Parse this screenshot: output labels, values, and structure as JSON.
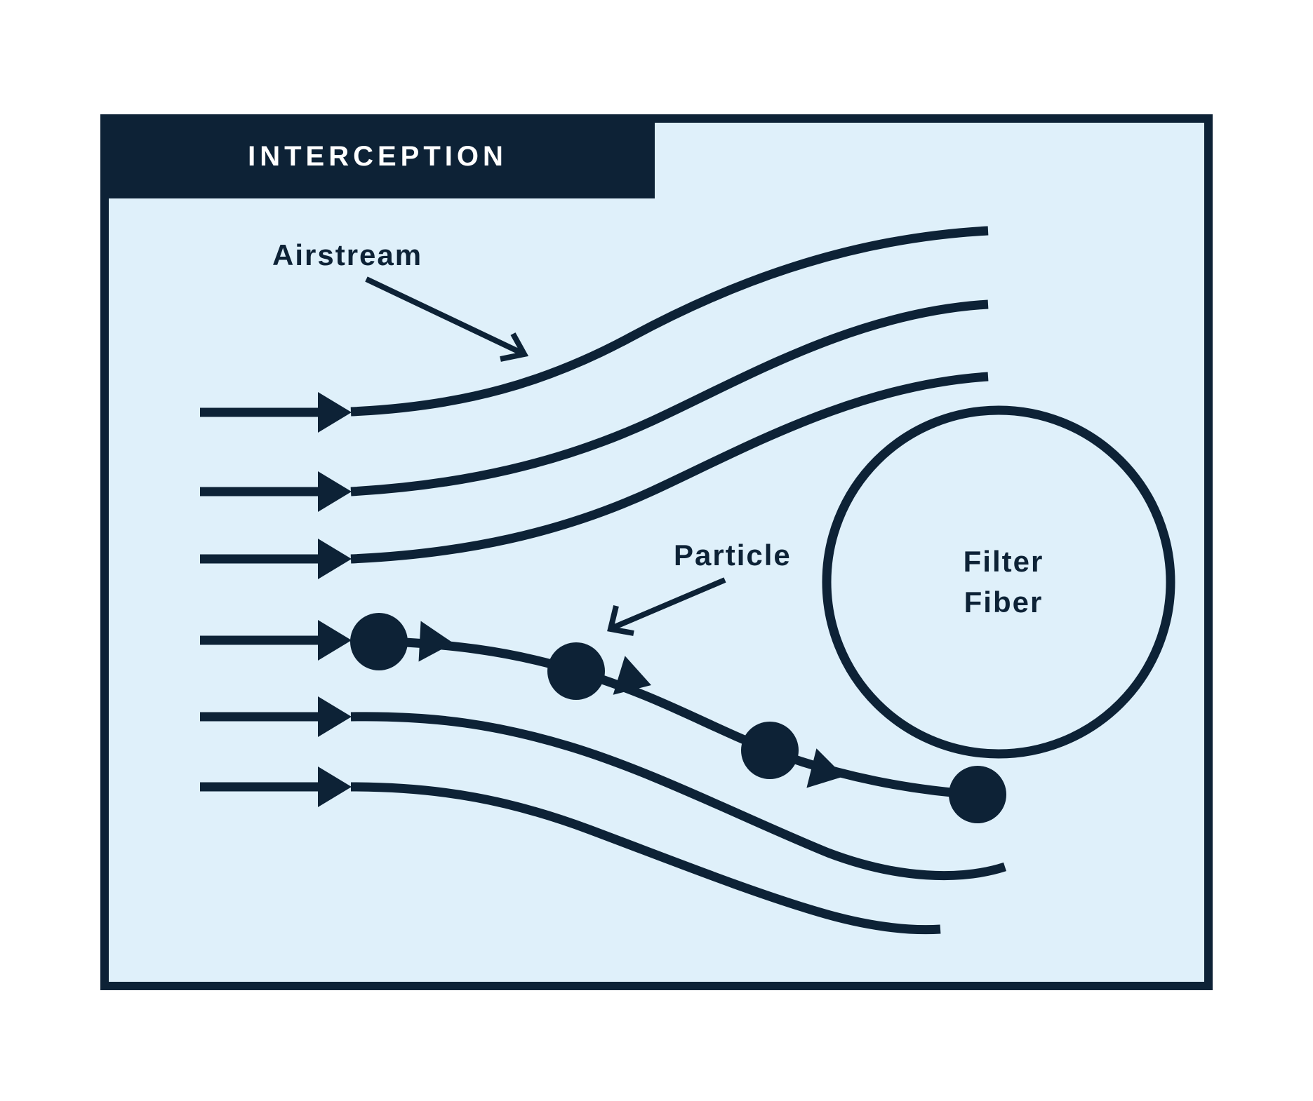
{
  "figure": {
    "title": "INTERCEPTION",
    "labels": {
      "airstream": "Airstream",
      "particle": "Particle",
      "filter_fiber": [
        "Filter",
        "Fiber"
      ]
    },
    "colors": {
      "ink_navy": "#0d2236",
      "panel_background": "#dff0fa",
      "page_background": "#ffffff",
      "title_text": "#ffffff"
    },
    "structure": {
      "streamline_count": 6,
      "particle_count": 4
    }
  }
}
